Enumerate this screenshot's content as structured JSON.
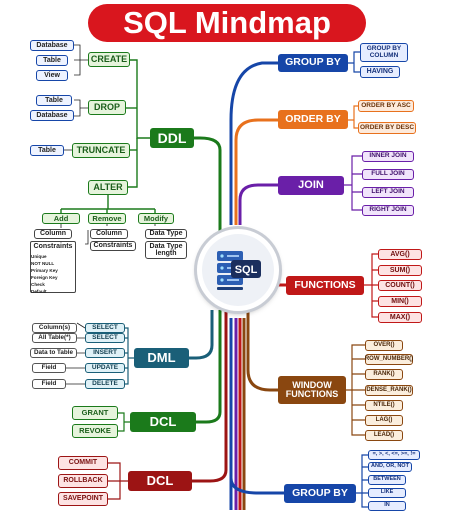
{
  "title": "SQL Mindmap",
  "center": {
    "label": "SQL"
  },
  "ddl": {
    "label": "DDL",
    "create": {
      "label": "CREATE",
      "items": [
        "Database",
        "Table",
        "View"
      ]
    },
    "drop": {
      "label": "DROP",
      "items": [
        "Table",
        "Database"
      ]
    },
    "truncate": {
      "label": "TRUNCATE",
      "items": [
        "Table"
      ]
    },
    "alter": {
      "label": "ALTER",
      "add": {
        "label": "Add",
        "column": "Column",
        "constraints": "Constraints",
        "constraint_types": [
          "Unique",
          "NOT NULL",
          "Primary Key",
          "Foreign Key",
          "Check",
          "Default"
        ]
      },
      "remove": {
        "label": "Remove",
        "items": [
          "Column",
          "Constraints"
        ]
      },
      "modify": {
        "label": "Modify",
        "items": [
          "Data Type",
          "Data Type length"
        ]
      }
    }
  },
  "dml": {
    "label": "DML",
    "ops": [
      {
        "label": "SELECT",
        "item": "Column(s)"
      },
      {
        "label": "SELECT",
        "item": "All Table(*)"
      },
      {
        "label": "INSERT",
        "item": "Data to Table"
      },
      {
        "label": "UPDATE",
        "item": "Field"
      },
      {
        "label": "DELETE",
        "item": "Field"
      }
    ]
  },
  "dcl": {
    "label": "DCL",
    "items": [
      "GRANT",
      "REVOKE"
    ]
  },
  "tcl": {
    "label": "DCL",
    "items": [
      "COMMIT",
      "ROLLBACK",
      "SAVEPOINT"
    ]
  },
  "group_by": {
    "label": "GROUP BY",
    "items": [
      "GROUP BY COLUMN",
      "HAVING"
    ]
  },
  "order_by": {
    "label": "ORDER BY",
    "items": [
      "ORDER BY ASC",
      "ORDER BY DESC"
    ]
  },
  "join": {
    "label": "JOIN",
    "items": [
      "INNER JOIN",
      "FULL JOIN",
      "LEFT JOIN",
      "RIGHT JOIN"
    ]
  },
  "functions": {
    "label": "FUNCTIONS",
    "items": [
      "AVG()",
      "SUM()",
      "COUNT()",
      "MIN()",
      "MAX()"
    ]
  },
  "window_functions": {
    "label": "WINDOW FUNCTIONS",
    "items": [
      "OVER()",
      "ROW_NUMBER()",
      "RANK()",
      "DENSE_RANK()",
      "NTILE()",
      "LAG()",
      "LEAD()"
    ]
  },
  "group_by_2": {
    "label": "GROUP BY",
    "items": [
      "=, >, <, <=, >=, !=",
      "AND, OR, NOT",
      "BETWEEN",
      "LIKE",
      "IN"
    ]
  },
  "colors": {
    "title": "#d9161e",
    "ddl": "#1b7a1b",
    "dml": "#1a5f78",
    "dcl": "#1b7a1b",
    "tcl": "#9c1414",
    "group_by": "#1646a8",
    "order_by": "#e8711d",
    "join": "#6a1fa8",
    "functions": "#c01818",
    "window_functions": "#8a4710",
    "group_by_2": "#1646a8"
  }
}
